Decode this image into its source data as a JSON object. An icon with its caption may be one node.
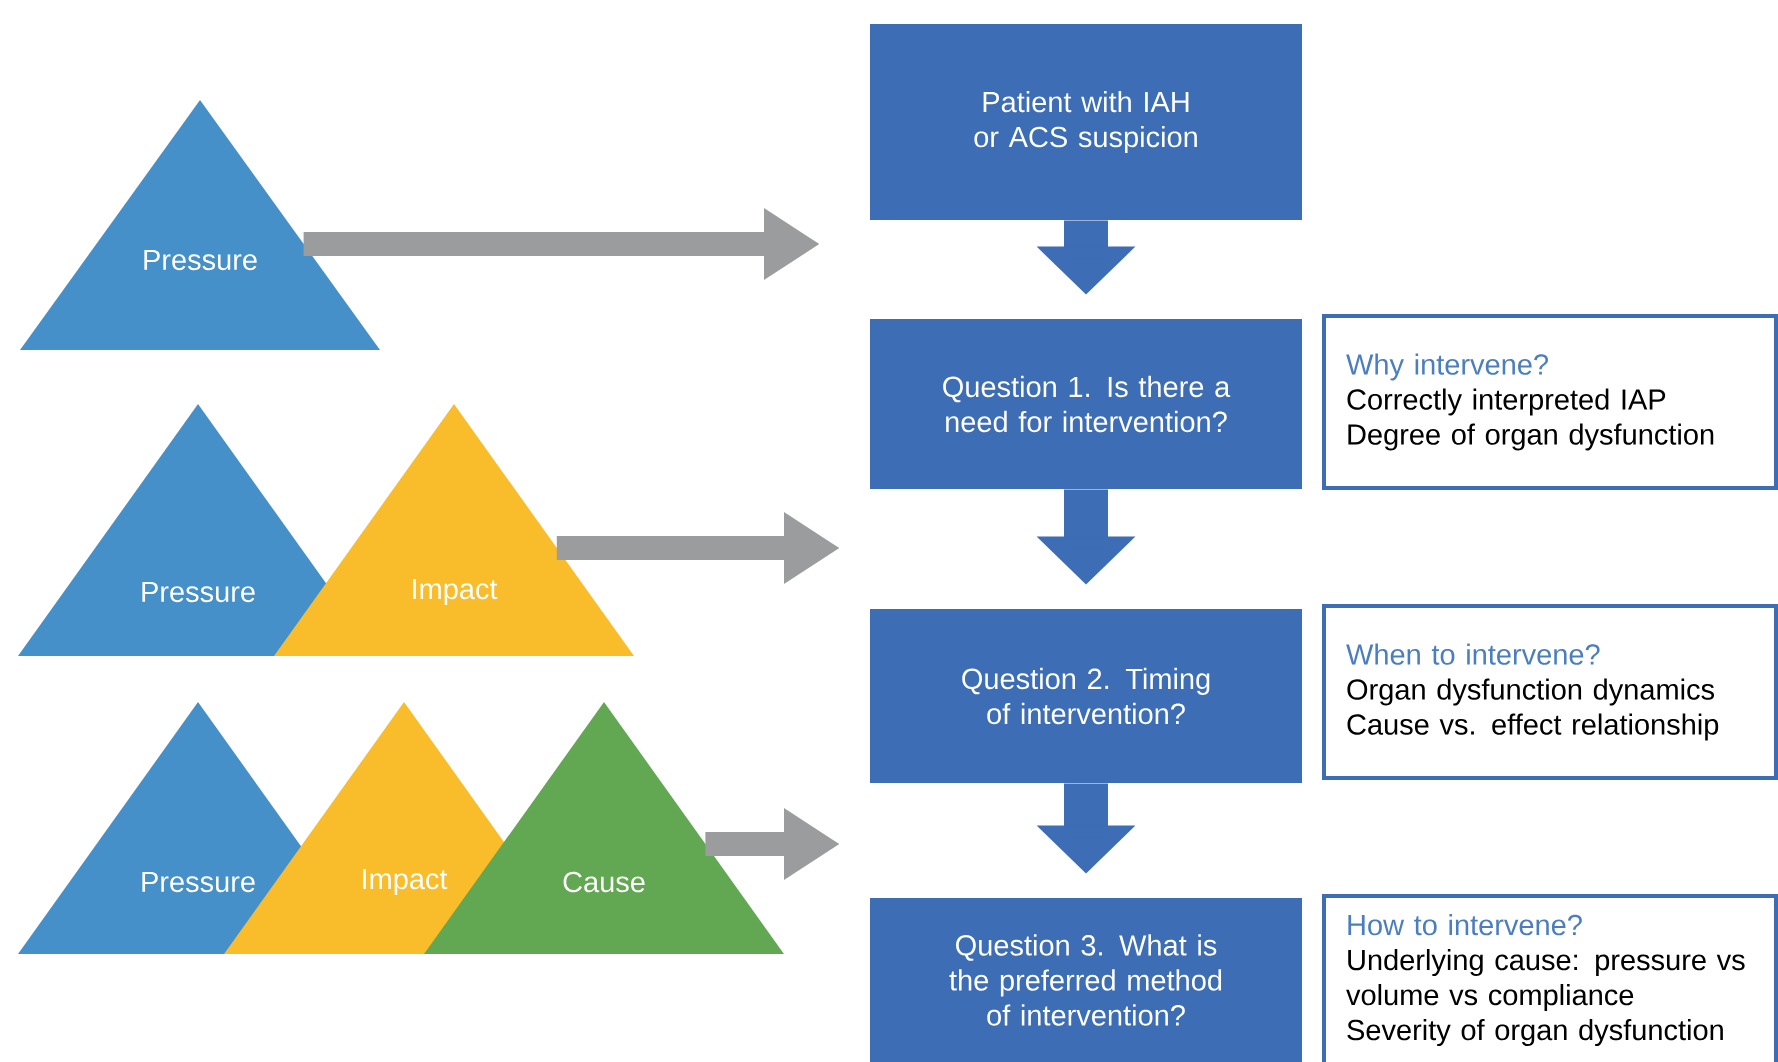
{
  "diagram": {
    "nodes": [
      {
        "text": [
          "Patient with IAH or ACS suspicion"
        ]
      },
      {
        "text": [
          "Question 1. Is there a need for intervention?"
        ]
      },
      {
        "text": [
          "Question 2. Timing of intervention?"
        ]
      },
      {
        "text": [
          "Question 3. What is the preferred method of intervention?"
        ]
      },
      {
        "text": [
          "Why intervene?",
          "Correctly interpreted IAP",
          "Degree of organ dysfunction"
        ]
      },
      {
        "text": [
          "When to intervene?",
          "Organ dysfunction dynamics",
          "Cause vs. effect relationship"
        ]
      },
      {
        "text": [
          "How to intervene?",
          "Underlying cause: pressure vs volume vs compliance",
          "Severity of organ dysfunction"
        ]
      },
      {
        "text": [
          "Pressure"
        ]
      },
      {
        "text": [
          "Pressure"
        ]
      },
      {
        "text": [
          "Impact"
        ]
      },
      {
        "text": [
          "Pressure"
        ]
      },
      {
        "text": [
          "Impact"
        ]
      },
      {
        "text": [
          "Cause"
        ]
      }
    ],
    "edges": [
      {
        "from": 0,
        "to": 1,
        "arrow": "to",
        "style": "thick",
        "color": "#3d6db5"
      },
      {
        "from": 1,
        "to": 2,
        "arrow": "to",
        "style": "thick",
        "color": "#3d6db5"
      },
      {
        "from": 2,
        "to": 3,
        "arrow": "to",
        "style": "thick",
        "color": "#3d6db5"
      },
      {
        "from": 7,
        "to": null,
        "arrow": "to",
        "color": "#9b9c9e"
      },
      {
        "from": 9,
        "to": null,
        "arrow": "to",
        "color": "#9b9c9e"
      },
      {
        "from": 12,
        "to": null,
        "arrow": "to",
        "color": "#9b9c9e"
      }
    ]
  }
}
